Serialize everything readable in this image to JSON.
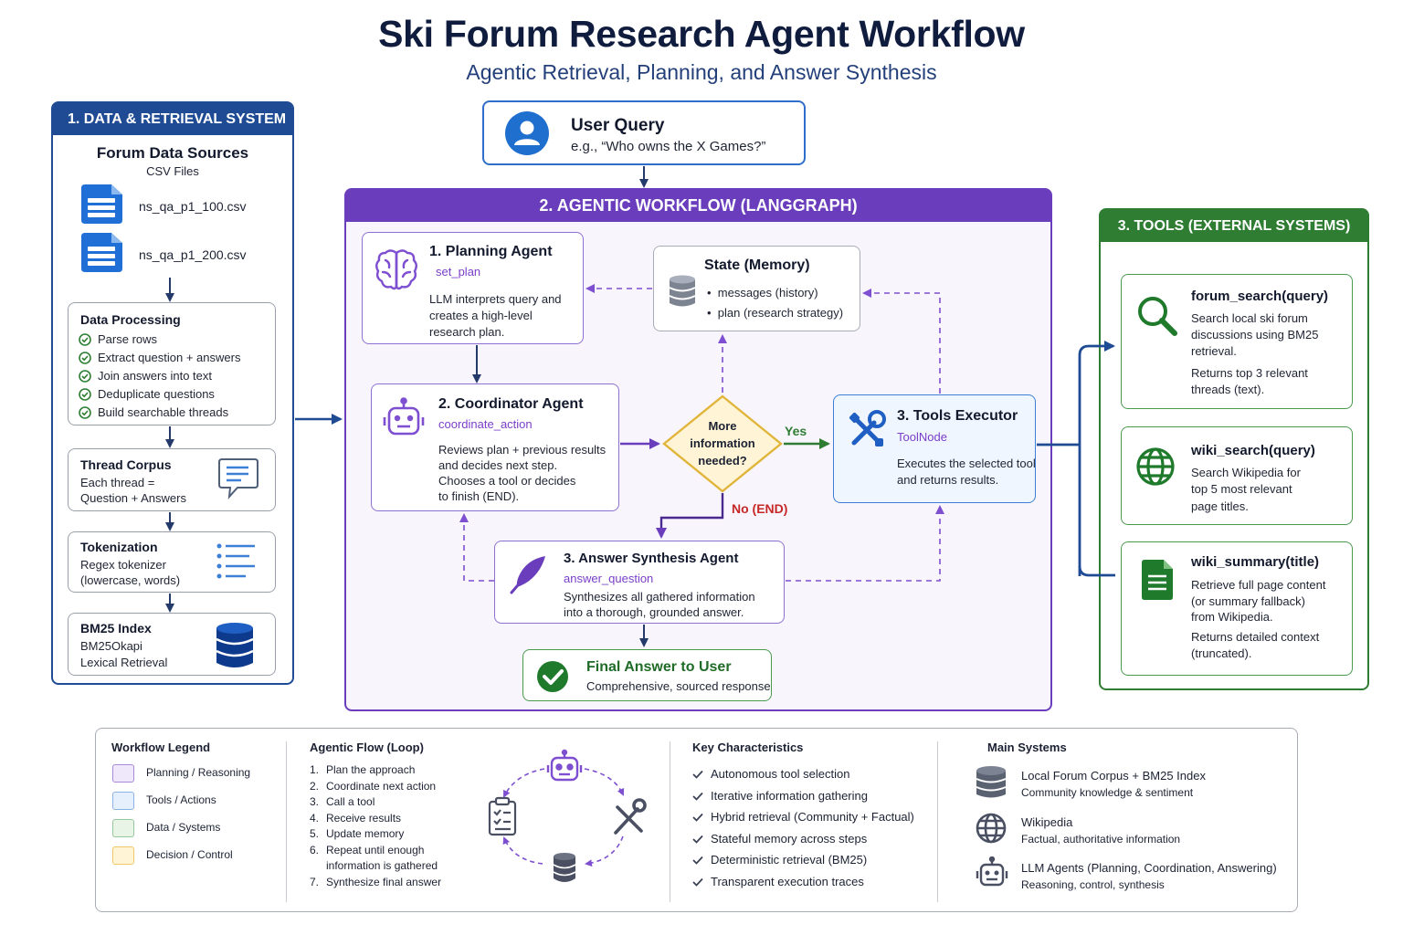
{
  "header": {
    "title": "Ski Forum Research Agent Workflow",
    "subtitle": "Agentic Retrieval, Planning, and Answer Synthesis"
  },
  "user_query": {
    "title": "User Query",
    "example": "e.g., “Who owns the X Games?”"
  },
  "panel1": {
    "header": "1. DATA & RETRIEVAL SYSTEM",
    "sources_title": "Forum Data Sources",
    "sources_sub": "CSV Files",
    "files": [
      "ns_qa_p1_100.csv",
      "ns_qa_p1_200.csv"
    ],
    "processing": {
      "title": "Data Processing",
      "steps": [
        "Parse rows",
        "Extract question + answers",
        "Join answers into text",
        "Deduplicate questions",
        "Build searchable threads"
      ]
    },
    "thread_corpus": {
      "title": "Thread Corpus",
      "line1": "Each thread =",
      "line2": "Question + Answers"
    },
    "tokenization": {
      "title": "Tokenization",
      "line1": "Regex tokenizer",
      "line2": "(lowercase, words)"
    },
    "bm25": {
      "title": "BM25 Index",
      "line1": "BM25Okapi",
      "line2": "Lexical Retrieval"
    }
  },
  "panel2": {
    "header": "2. AGENTIC WORKFLOW (LANGGRAPH)",
    "planning": {
      "title": "1. Planning Agent",
      "fn": "set_plan",
      "desc": [
        "LLM interprets query and",
        "creates a high-level",
        "research plan."
      ]
    },
    "state": {
      "title": "State (Memory)",
      "items": [
        "messages (history)",
        "plan (research strategy)"
      ]
    },
    "coordinator": {
      "title": "2. Coordinator Agent",
      "fn": "coordinate_action",
      "desc": [
        "Reviews plan + previous results",
        "and decides next step.",
        "Chooses a tool or decides",
        "to finish (END)."
      ]
    },
    "decision": {
      "lines": [
        "More",
        "information",
        "needed?"
      ],
      "yes": "Yes",
      "no": "No (END)"
    },
    "executor": {
      "title": "3. Tools Executor",
      "fn": "ToolNode",
      "desc": [
        "Executes the selected tool",
        "and returns results."
      ]
    },
    "synthesis": {
      "title": "3. Answer Synthesis Agent",
      "fn": "answer_question",
      "desc": [
        "Synthesizes all gathered information",
        "into a thorough, grounded answer."
      ]
    },
    "final": {
      "title": "Final Answer to User",
      "desc": "Comprehensive, sourced response"
    }
  },
  "panel3": {
    "header": "3. TOOLS (EXTERNAL SYSTEMS)",
    "forum": {
      "title": "forum_search(query)",
      "desc": [
        "Search local ski forum",
        "discussions using BM25",
        "retrieval."
      ],
      "returns": [
        "Returns top 3 relevant",
        "threads (text)."
      ]
    },
    "wiki_search": {
      "title": "wiki_search(query)",
      "desc": [
        "Search Wikipedia for",
        "top 5 most relevant",
        "page titles."
      ]
    },
    "wiki_summary": {
      "title": "wiki_summary(title)",
      "desc": [
        "Retrieve full page content",
        "(or summary fallback)",
        "from Wikipedia."
      ],
      "returns": [
        "Returns detailed context",
        "(truncated)."
      ]
    }
  },
  "legend": {
    "title": "Workflow Legend",
    "items": [
      {
        "label": "Planning / Reasoning",
        "fill": "#efe8fb",
        "stroke": "#a98ad8"
      },
      {
        "label": "Tools / Actions",
        "fill": "#e6f0fc",
        "stroke": "#8cb2e6"
      },
      {
        "label": "Data / Systems",
        "fill": "#e8f4e6",
        "stroke": "#97c79a"
      },
      {
        "label": "Decision / Control",
        "fill": "#fff5d6",
        "stroke": "#ecc965"
      }
    ]
  },
  "agentic_flow": {
    "title": "Agentic Flow (Loop)",
    "steps": [
      {
        "num": "1.",
        "lines": [
          "Plan the approach"
        ]
      },
      {
        "num": "2.",
        "lines": [
          "Coordinate next action"
        ]
      },
      {
        "num": "3.",
        "lines": [
          "Call a tool"
        ]
      },
      {
        "num": "4.",
        "lines": [
          "Receive results"
        ]
      },
      {
        "num": "5.",
        "lines": [
          "Update memory"
        ]
      },
      {
        "num": "6.",
        "lines": [
          "Repeat until enough",
          "information is gathered"
        ]
      },
      {
        "num": "7.",
        "lines": [
          "Synthesize final answer"
        ]
      }
    ]
  },
  "key_characteristics": {
    "title": "Key Characteristics",
    "items": [
      "Autonomous tool selection",
      "Iterative information gathering",
      "Hybrid retrieval (Community + Factual)",
      "Stateful memory across steps",
      "Deterministic retrieval (BM25)",
      "Transparent execution traces"
    ]
  },
  "main_systems": {
    "title": "Main Systems",
    "items": [
      {
        "icon": "database-icon",
        "title": "Local Forum Corpus + BM25 Index",
        "desc": "Community knowledge & sentiment"
      },
      {
        "icon": "globe-icon",
        "title": "Wikipedia",
        "desc": "Factual, authoritative information"
      },
      {
        "icon": "robot-icon",
        "title": "LLM Agents (Planning, Coordination, Answering)",
        "desc": "Reasoning, control, synthesis"
      }
    ]
  },
  "colors": {
    "blue": "#1f4b95",
    "purple": "#6a3dbd",
    "green": "#2e7d32",
    "red": "#c62828",
    "gold": "#f2c14e"
  }
}
